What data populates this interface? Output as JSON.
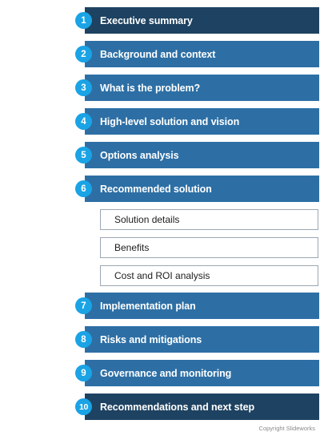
{
  "steps": [
    {
      "number": "1",
      "label": "Executive summary"
    },
    {
      "number": "2",
      "label": "Background and context"
    },
    {
      "number": "3",
      "label": "What is the problem?"
    },
    {
      "number": "4",
      "label": "High-level solution and vision"
    },
    {
      "number": "5",
      "label": "Options analysis"
    },
    {
      "number": "6",
      "label": "Recommended solution"
    },
    {
      "number": "7",
      "label": "Implementation plan"
    },
    {
      "number": "8",
      "label": "Risks and mitigations"
    },
    {
      "number": "9",
      "label": "Governance and monitoring"
    },
    {
      "number": "10",
      "label": "Recommendations and next step"
    }
  ],
  "sub_items": [
    "Solution details",
    "Benefits",
    "Cost and ROI analysis"
  ],
  "copyright": "Copyright Slideworks",
  "colors": {
    "bar_dark": "#1e4261",
    "bar_mid": "#2d6fa5",
    "badge": "#1aa3e5",
    "sub_border": "#9ca7b1"
  }
}
